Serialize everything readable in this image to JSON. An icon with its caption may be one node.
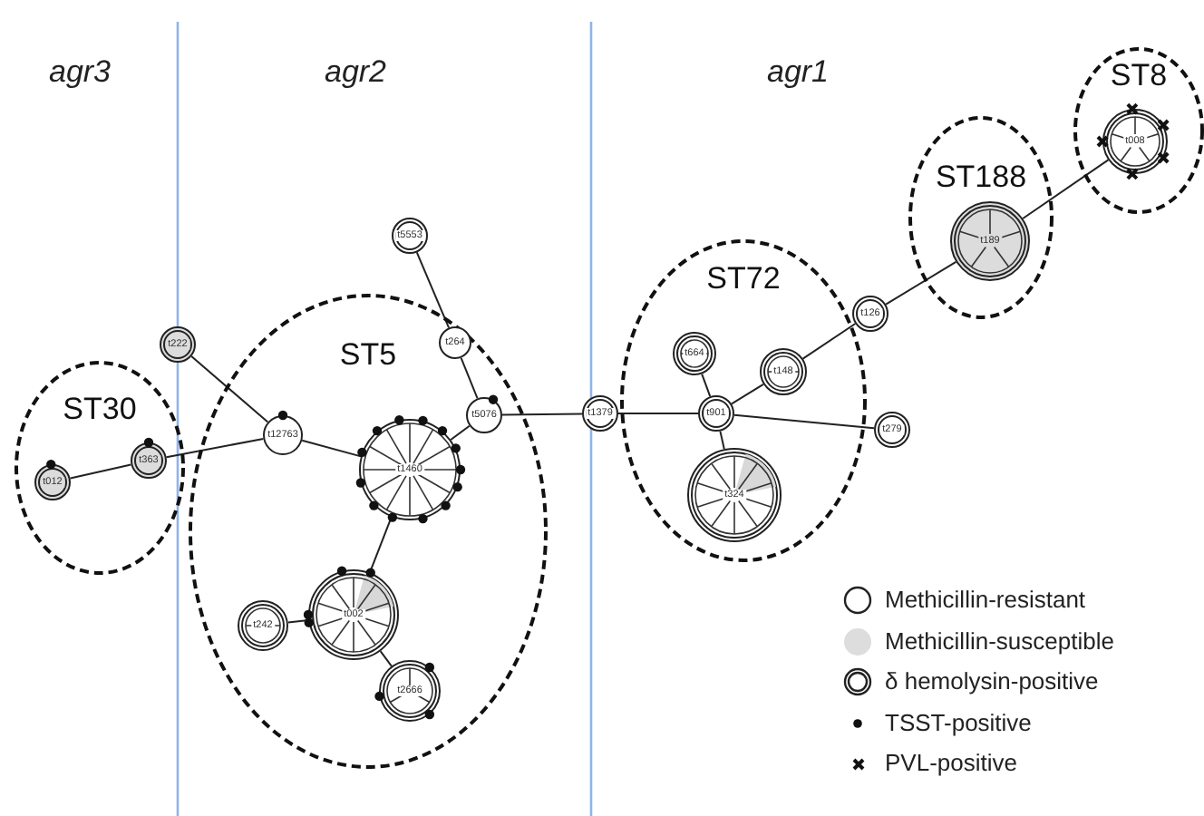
{
  "diagram": {
    "nodes": [
      {
        "text": [
          "ST30"
        ]
      },
      {
        "text": [
          "t012"
        ],
        "in": 0
      },
      {
        "text": [
          "t363"
        ],
        "in": 0
      },
      {
        "text": [
          "t222"
        ]
      },
      {
        "text": [
          "ST5"
        ]
      },
      {
        "text": [
          "t12763"
        ],
        "in": 4
      },
      {
        "text": [
          "t1460"
        ],
        "in": 4
      },
      {
        "text": [
          "t264"
        ],
        "in": 4
      },
      {
        "text": [
          "t5076"
        ],
        "in": 4
      },
      {
        "text": [
          "t5553"
        ]
      },
      {
        "text": [
          "t002"
        ],
        "in": 4
      },
      {
        "text": [
          "t242"
        ],
        "in": 4
      },
      {
        "text": [
          "t2666"
        ],
        "in": 4
      },
      {
        "text": [
          "t1379"
        ]
      },
      {
        "text": [
          "ST72"
        ]
      },
      {
        "text": [
          "t664"
        ],
        "in": 14
      },
      {
        "text": [
          "t148"
        ],
        "in": 14
      },
      {
        "text": [
          "t901"
        ],
        "in": 14
      },
      {
        "text": [
          "t324"
        ],
        "in": 14
      },
      {
        "text": [
          "t126"
        ]
      },
      {
        "text": [
          "t279"
        ]
      },
      {
        "text": [
          "ST188"
        ]
      },
      {
        "text": [
          "t189"
        ],
        "in": 21
      },
      {
        "text": [
          "ST8"
        ]
      },
      {
        "text": [
          "t008"
        ],
        "in": 23
      }
    ],
    "edges": [
      {
        "from": 1,
        "to": 2,
        "arrow": "none"
      },
      {
        "from": 2,
        "to": 5,
        "arrow": "none"
      },
      {
        "from": 3,
        "to": 5,
        "arrow": "none"
      },
      {
        "from": 5,
        "to": 6,
        "arrow": "none"
      },
      {
        "from": 6,
        "to": 8,
        "arrow": "none"
      },
      {
        "from": 9,
        "to": 7,
        "arrow": "none"
      },
      {
        "from": 7,
        "to": 8,
        "arrow": "none"
      },
      {
        "from": 8,
        "to": 13,
        "arrow": "none"
      },
      {
        "from": 6,
        "to": 10,
        "arrow": "none"
      },
      {
        "from": 10,
        "to": 11,
        "arrow": "none"
      },
      {
        "from": 10,
        "to": 12,
        "arrow": "none"
      },
      {
        "from": 13,
        "to": 17,
        "arrow": "none"
      },
      {
        "from": 17,
        "to": 15,
        "arrow": "none"
      },
      {
        "from": 17,
        "to": 16,
        "arrow": "none"
      },
      {
        "from": 16,
        "to": 19,
        "arrow": "none"
      },
      {
        "from": 19,
        "to": 22,
        "arrow": "none"
      },
      {
        "from": 22,
        "to": 24,
        "arrow": "none"
      },
      {
        "from": 17,
        "to": 20,
        "arrow": "none"
      },
      {
        "from": 17,
        "to": 18,
        "arrow": "none"
      }
    ],
    "labels": [
      "agr3",
      "agr2",
      "agr1"
    ],
    "legend": [
      {
        "text": "Methicillin-resistant"
      },
      {
        "text": "Methicillin-susceptible",
        "color": "#dddddd"
      },
      {
        "text": "δ hemolysin-positive"
      },
      {
        "text": "TSST-positive"
      },
      {
        "text": "PVL-positive"
      }
    ]
  }
}
